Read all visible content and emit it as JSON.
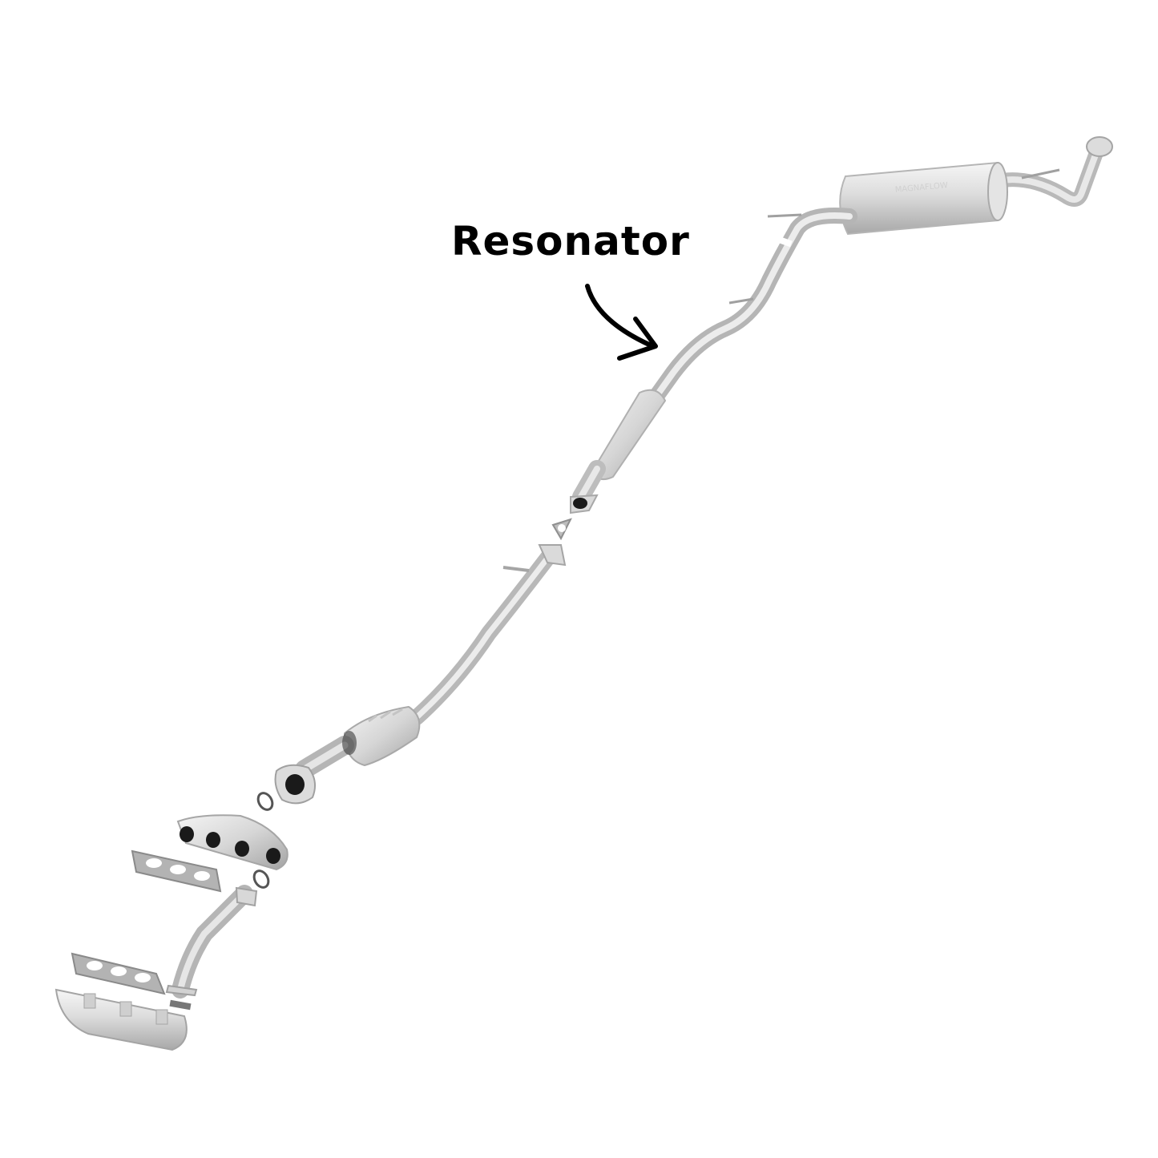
{
  "diagram": {
    "type": "exploded-view",
    "subject": "exhaust system",
    "callout": {
      "label": "Resonator",
      "arrow": "curved-arrow",
      "points_to": "resonator"
    },
    "parts": [
      "rear-muffler-with-tailpipe",
      "over-axle-pipe",
      "resonator",
      "flange-gasket",
      "intermediate-pipe",
      "catalytic-converter",
      "donut-gasket",
      "exhaust-manifold-front",
      "manifold-gasket-front",
      "crossover-pipe",
      "manifold-gasket-rear",
      "exhaust-manifold-rear"
    ]
  },
  "colors": {
    "background": "#ffffff",
    "label": "#000000",
    "metal_light": "#eeeeee",
    "metal_mid": "#c9c9c9",
    "metal_dark": "#9a9a9a",
    "gasket": "#a9a9a9",
    "opening": "#1a1a1a"
  }
}
